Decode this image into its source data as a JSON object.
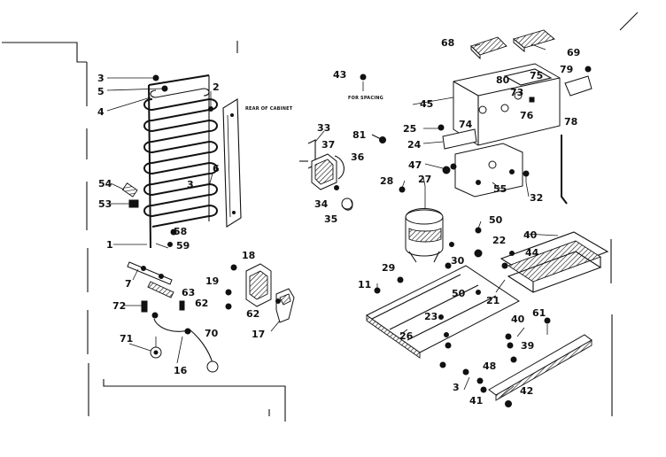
{
  "diagram": {
    "notes": {
      "rear_of_cabinet": "REAR OF CABINET",
      "for_spacing": "FOR SPACING"
    },
    "callouts": [
      {
        "id": "c-3a",
        "text": "3"
      },
      {
        "id": "c-5",
        "text": "5"
      },
      {
        "id": "c-4",
        "text": "4"
      },
      {
        "id": "c-2",
        "text": "2"
      },
      {
        "id": "c-6",
        "text": "6"
      },
      {
        "id": "c-3b",
        "text": "3"
      },
      {
        "id": "c-54",
        "text": "54"
      },
      {
        "id": "c-53",
        "text": "53"
      },
      {
        "id": "c-1",
        "text": "1"
      },
      {
        "id": "c-58",
        "text": "58"
      },
      {
        "id": "c-59",
        "text": "59"
      },
      {
        "id": "c-7",
        "text": "7"
      },
      {
        "id": "c-63",
        "text": "63"
      },
      {
        "id": "c-72",
        "text": "72"
      },
      {
        "id": "c-62a",
        "text": "62"
      },
      {
        "id": "c-62b",
        "text": "62"
      },
      {
        "id": "c-19",
        "text": "19"
      },
      {
        "id": "c-18",
        "text": "18"
      },
      {
        "id": "c-17",
        "text": "17"
      },
      {
        "id": "c-70",
        "text": "70"
      },
      {
        "id": "c-71",
        "text": "71"
      },
      {
        "id": "c-16",
        "text": "16"
      },
      {
        "id": "c-43",
        "text": "43"
      },
      {
        "id": "c-33",
        "text": "33"
      },
      {
        "id": "c-37",
        "text": "37"
      },
      {
        "id": "c-81",
        "text": "81"
      },
      {
        "id": "c-36",
        "text": "36"
      },
      {
        "id": "c-34",
        "text": "34"
      },
      {
        "id": "c-35",
        "text": "35"
      },
      {
        "id": "c-28",
        "text": "28"
      },
      {
        "id": "c-27",
        "text": "27"
      },
      {
        "id": "c-68",
        "text": "68"
      },
      {
        "id": "c-69",
        "text": "69"
      },
      {
        "id": "c-45",
        "text": "45"
      },
      {
        "id": "c-80",
        "text": "80"
      },
      {
        "id": "c-75",
        "text": "75"
      },
      {
        "id": "c-79",
        "text": "79"
      },
      {
        "id": "c-73",
        "text": "73"
      },
      {
        "id": "c-74",
        "text": "74"
      },
      {
        "id": "c-76",
        "text": "76"
      },
      {
        "id": "c-78",
        "text": "78"
      },
      {
        "id": "c-25",
        "text": "25"
      },
      {
        "id": "c-24",
        "text": "24"
      },
      {
        "id": "c-47",
        "text": "47"
      },
      {
        "id": "c-55",
        "text": "55"
      },
      {
        "id": "c-32",
        "text": "32"
      },
      {
        "id": "c-50a",
        "text": "50"
      },
      {
        "id": "c-22",
        "text": "22"
      },
      {
        "id": "c-40a",
        "text": "40"
      },
      {
        "id": "c-44",
        "text": "44"
      },
      {
        "id": "c-29",
        "text": "29"
      },
      {
        "id": "c-30",
        "text": "30"
      },
      {
        "id": "c-11",
        "text": "11"
      },
      {
        "id": "c-50b",
        "text": "50"
      },
      {
        "id": "c-21",
        "text": "21"
      },
      {
        "id": "c-23",
        "text": "23"
      },
      {
        "id": "c-26",
        "text": "26"
      },
      {
        "id": "c-40b",
        "text": "40"
      },
      {
        "id": "c-61",
        "text": "61"
      },
      {
        "id": "c-39",
        "text": "39"
      },
      {
        "id": "c-48",
        "text": "48"
      },
      {
        "id": "c-3c",
        "text": "3"
      },
      {
        "id": "c-41",
        "text": "41"
      },
      {
        "id": "c-42",
        "text": "42"
      }
    ]
  }
}
